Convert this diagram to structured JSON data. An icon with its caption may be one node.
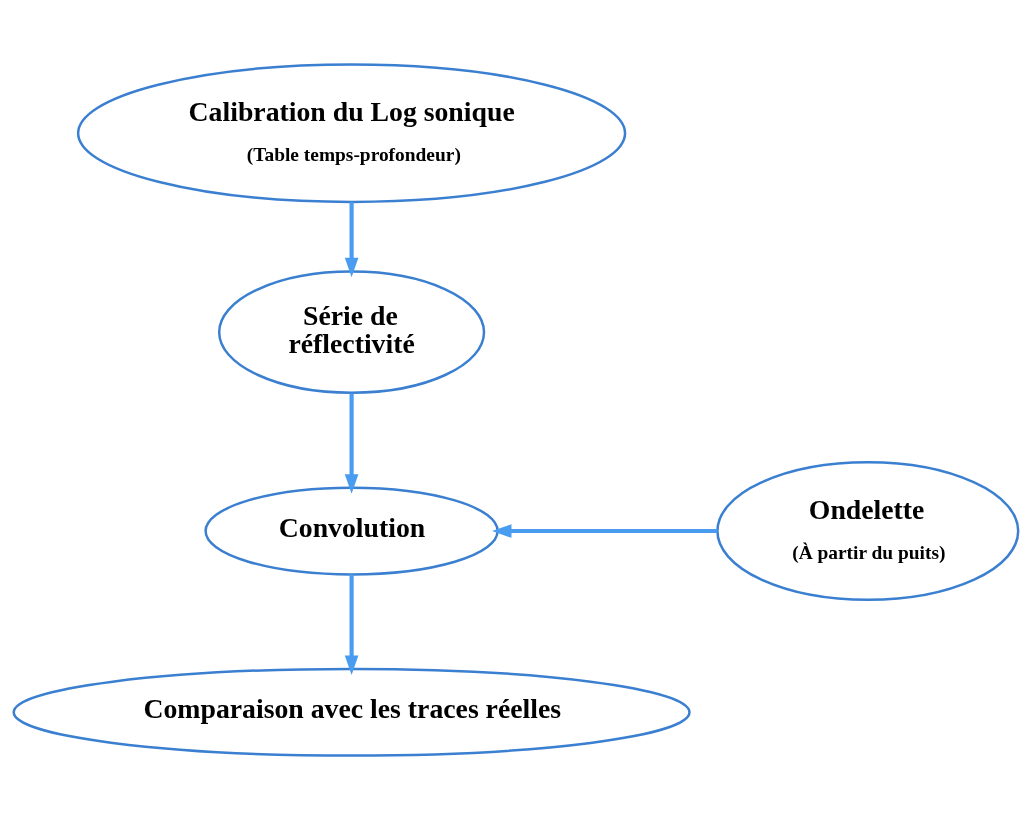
{
  "diagram": {
    "nodes": [
      {
        "text": [
          "Calibration du Log sonique",
          "(Table temps-profondeur)"
        ]
      },
      {
        "text": [
          "Série de réflectivité"
        ]
      },
      {
        "text": [
          "Convolution"
        ]
      },
      {
        "text": [
          "Ondelette",
          "(À partir du puits)"
        ]
      },
      {
        "text": [
          "Comparaison avec les traces réelles"
        ]
      }
    ],
    "edges": [
      {
        "from": 0,
        "to": 1,
        "arrow": "to"
      },
      {
        "from": 1,
        "to": 2,
        "arrow": "to"
      },
      {
        "from": 3,
        "to": 2,
        "arrow": "to"
      },
      {
        "from": 2,
        "to": 4,
        "arrow": "to"
      }
    ]
  }
}
